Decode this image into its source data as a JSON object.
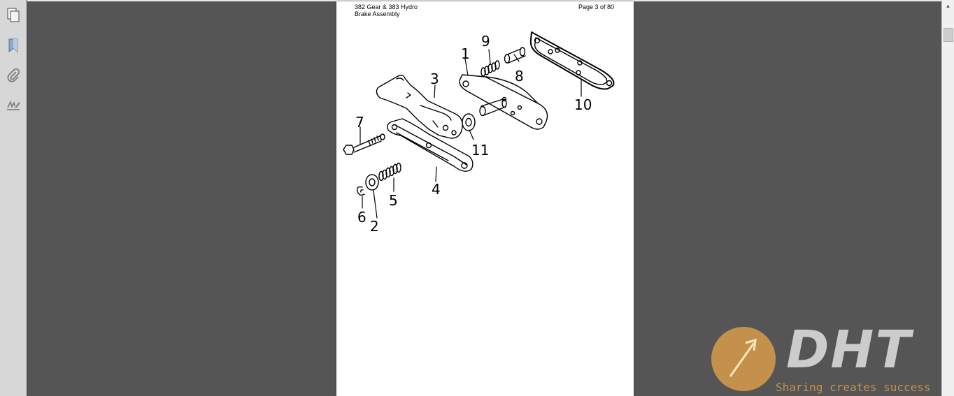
{
  "document": {
    "header_model": "382 Gear & 383 Hydro",
    "header_section": "Brake Assembly",
    "page_indicator": "Page 3 of 80"
  },
  "callouts": {
    "c1": "1",
    "c2": "2",
    "c3": "3",
    "c4": "4",
    "c5": "5",
    "c6": "6",
    "c7": "7",
    "c8": "8",
    "c9": "9",
    "c10": "10",
    "c11": "11"
  },
  "sidebar": {
    "items": [
      {
        "icon": "pages-icon"
      },
      {
        "icon": "bookmark-icon"
      },
      {
        "icon": "attachment-icon"
      },
      {
        "icon": "signature-icon"
      }
    ]
  },
  "watermark": {
    "brand": "DHT",
    "tagline": "Sharing creates success",
    "accent_color": "#e0a04a"
  }
}
